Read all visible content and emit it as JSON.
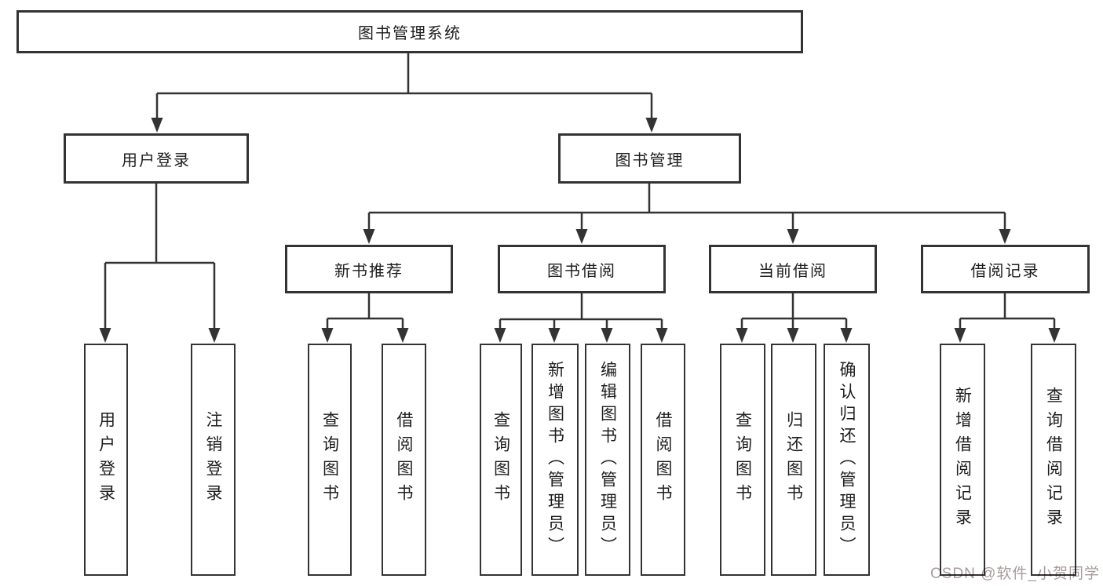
{
  "colors": {
    "line": "#333333",
    "box_border": "#333333",
    "text": "#1d1d1d",
    "background": "#ffffff",
    "watermark": "#a89c9c"
  },
  "tree": {
    "root": {
      "label": "图书管理系统"
    },
    "branches": [
      {
        "label": "用户登录",
        "children": [
          {
            "label": "用户登录"
          },
          {
            "label": "注销登录"
          }
        ]
      },
      {
        "label": "图书管理",
        "children": [
          {
            "label": "新书推荐",
            "children": [
              {
                "label": "查询图书"
              },
              {
                "label": "借阅图书"
              }
            ]
          },
          {
            "label": "图书借阅",
            "children": [
              {
                "label": "查询图书"
              },
              {
                "label": "新增图书（管理员）"
              },
              {
                "label": "编辑图书（管理员）"
              },
              {
                "label": "借阅图书"
              }
            ]
          },
          {
            "label": "当前借阅",
            "children": [
              {
                "label": "查询图书"
              },
              {
                "label": "归还图书"
              },
              {
                "label": "确认归还（管理员）"
              }
            ]
          },
          {
            "label": "借阅记录",
            "children": [
              {
                "label": "新增借阅记录"
              },
              {
                "label": "查询借阅记录"
              }
            ]
          }
        ]
      }
    ]
  },
  "watermark": {
    "text": "CSDN @软件_小贺同学"
  }
}
